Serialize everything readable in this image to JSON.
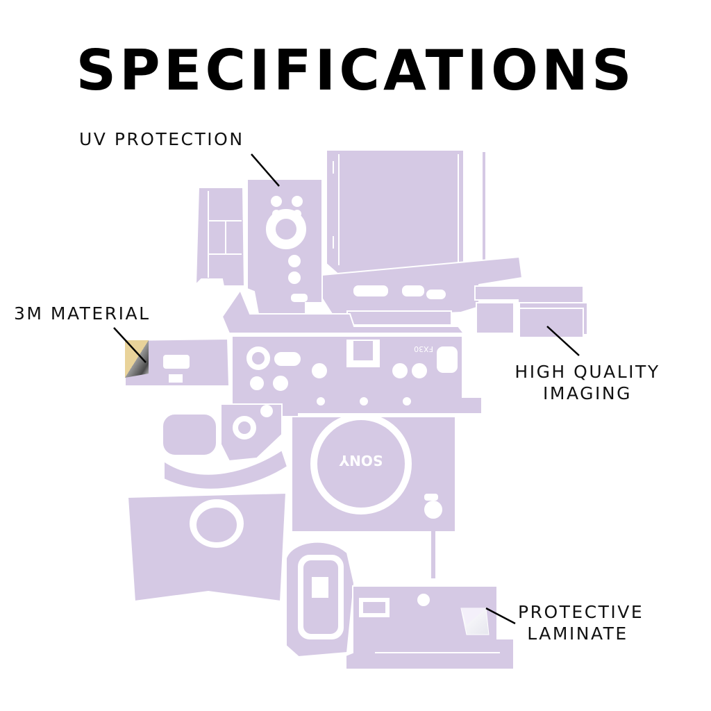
{
  "title": "SPECIFICATIONS",
  "callouts": {
    "uv_protection": "UV PROTECTION",
    "material_3m": "3M MATERIAL",
    "high_quality_imaging": [
      "HIGH QUALITY",
      "IMAGING"
    ],
    "protective_laminate": [
      "PROTECTIVE",
      "LAMINATE"
    ]
  },
  "decal_markings": {
    "brand": "SONY",
    "model": "FX30"
  },
  "colors": {
    "decal": "#d5c9e4",
    "cutline": "#ffffff",
    "text": "#000000",
    "material_gold": "#e9d39a",
    "material_metal": "#6e6e6e"
  }
}
